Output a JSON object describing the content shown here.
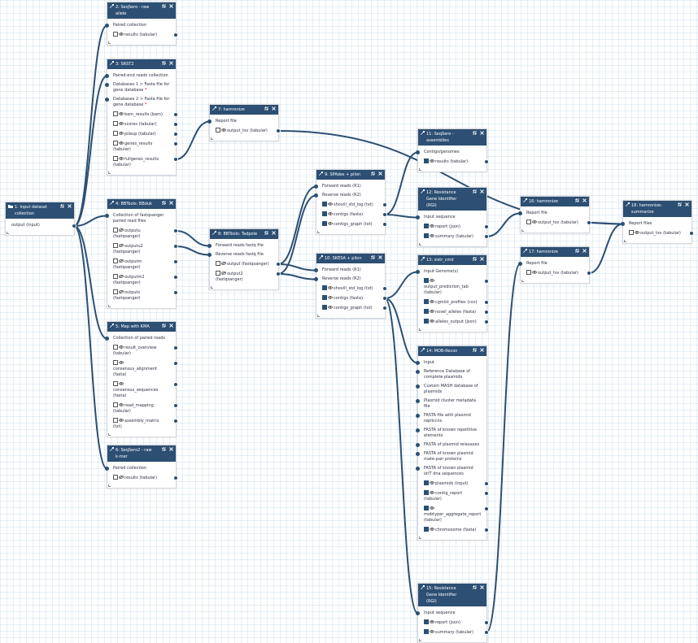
{
  "colors": {
    "header": "#2c4f73",
    "edge": "#2c4f73",
    "grid": "#e6eef5"
  },
  "icons": {
    "collection": "folder-icon",
    "tool": "wrench-icon",
    "copy": "copy-icon",
    "close": "close-icon",
    "visible": "eye-icon",
    "hidden": "eye-slash-icon"
  },
  "nodes": [
    {
      "id": "n1",
      "title": "1: Input dataset collection",
      "kind": "input",
      "inputs": [],
      "outputs": [
        {
          "label": "output (input)"
        }
      ]
    },
    {
      "id": "n2",
      "title": "2: SeqSero - raw allele",
      "inputs": [
        {
          "label": "Paired collection"
        }
      ],
      "outputs": [
        {
          "label": "results (tabular)"
        }
      ]
    },
    {
      "id": "n3",
      "title": "3: SRST2",
      "inputs": [
        {
          "label": "Paired-end reads collection"
        },
        {
          "label": "Databases 1 > Fasta file for gene database",
          "required": true
        },
        {
          "label": "Databases 2 > Fasta file for gene database",
          "required": true
        }
      ],
      "outputs": [
        {
          "label": "bam_results (bam)"
        },
        {
          "label": "scores (tabular)"
        },
        {
          "label": "pileup (tabular)"
        },
        {
          "label": "genes_results (tabular)"
        },
        {
          "label": "fullgenes_results (tabular)"
        }
      ]
    },
    {
      "id": "n4",
      "title": "4: BBTools: BBduk",
      "inputs": [
        {
          "label": "Collection of fastqsanger paired read files"
        }
      ],
      "outputs": [
        {
          "label": "outputu (fastqsanger)",
          "hidden": true
        },
        {
          "label": "outputu2 (fastqsanger)",
          "hidden": true
        },
        {
          "label": "outputm (fastqsanger)",
          "hidden": true
        },
        {
          "label": "outputm2 (fastqsanger)",
          "hidden": true
        },
        {
          "label": "outputs (fastqsanger)",
          "hidden": true
        }
      ]
    },
    {
      "id": "n5",
      "title": "5: Map with KMA",
      "inputs": [
        {
          "label": "Collection of paired reads"
        }
      ],
      "outputs": [
        {
          "label": "result_overview (tabular)"
        },
        {
          "label": "consensus_alignment (fasta)"
        },
        {
          "label": "consensus_sequences (fasta)"
        },
        {
          "label": "read_mapping (tabular)"
        },
        {
          "label": "assembly_matrix (txt)"
        }
      ]
    },
    {
      "id": "n6",
      "title": "6: SeqSero2 - raw k-mer",
      "inputs": [
        {
          "label": "Paired collection"
        }
      ],
      "outputs": [
        {
          "label": "results (tabular)",
          "hidden": true
        }
      ]
    },
    {
      "id": "n7",
      "title": "7: hamronize",
      "inputs": [
        {
          "label": "Report file"
        }
      ],
      "outputs": [
        {
          "label": "output_tsv (tabular)"
        }
      ]
    },
    {
      "id": "n8",
      "title": "8: BBTools: Tadpole",
      "inputs": [
        {
          "label": "Forward reads fastq file"
        },
        {
          "label": "Reverse reads fastq file"
        }
      ],
      "outputs": [
        {
          "label": "output (fastqsanger)",
          "hidden": true
        },
        {
          "label": "output2 (fastqsanger)",
          "hidden": true
        }
      ]
    },
    {
      "id": "n9",
      "title": "9: SPAdes + pilon",
      "inputs": [
        {
          "label": "Forward reads (R1)"
        },
        {
          "label": "Reverse reads (R2)"
        }
      ],
      "outputs": [
        {
          "label": "shovill_std_log (txt)",
          "checked": true
        },
        {
          "label": "contigs (fasta)",
          "checked": true
        },
        {
          "label": "contigs_graph (txt)",
          "checked": true
        }
      ]
    },
    {
      "id": "n10",
      "title": "10: SKESA + pilon",
      "inputs": [
        {
          "label": "Forward reads (R1)"
        },
        {
          "label": "Reverse reads (R2)"
        }
      ],
      "outputs": [
        {
          "label": "shovill_std_log (txt)",
          "checked": true
        },
        {
          "label": "contigs (fasta)",
          "checked": true
        },
        {
          "label": "contigs_graph (txt)",
          "checked": true
        }
      ]
    },
    {
      "id": "n11",
      "title": "11: SeqSero - assemblies",
      "inputs": [
        {
          "label": "Contigs/genomes"
        }
      ],
      "outputs": [
        {
          "label": "results (tabular)",
          "checked": true
        }
      ]
    },
    {
      "id": "n12",
      "title": "12: Resistance Gene Identifier (RGI)",
      "inputs": [
        {
          "label": "Input sequence"
        }
      ],
      "outputs": [
        {
          "label": "report (json)",
          "checked": true
        },
        {
          "label": "summary (tabular)",
          "checked": true
        }
      ]
    },
    {
      "id": "n13",
      "title": "13: sistr_cmd",
      "inputs": [
        {
          "label": "Input Genome(s)"
        }
      ],
      "outputs": [
        {
          "label": "output_prediction_tab (tabular)",
          "checked": true
        },
        {
          "label": "cgmlst_profiles (csv)",
          "checked": true
        },
        {
          "label": "novel_alleles (fasta)",
          "checked": true
        },
        {
          "label": "alleles_output (json)",
          "checked": true
        }
      ]
    },
    {
      "id": "n14",
      "title": "14: MOB-Recon",
      "inputs": [
        {
          "label": "Input"
        },
        {
          "label": "Reference Database of complete plasmids"
        },
        {
          "label": "Custom MASH database of plasmids"
        },
        {
          "label": "Plasmid cluster metadata file"
        },
        {
          "label": "FASTA file with plasmid repliccns"
        },
        {
          "label": "FASTA of known repetitive elements"
        },
        {
          "label": "FASTA of plasmid relaxases"
        },
        {
          "label": "FASTA of known plasmid mate-pair proteins"
        },
        {
          "label": "FASTA of known plasmid oriT dna sequences"
        }
      ],
      "outputs": [
        {
          "label": "plasmids (input)",
          "checked": true
        },
        {
          "label": "contig_report (tabular)",
          "checked": true
        },
        {
          "label": "mobtyper_aggregate_report (tabular)",
          "checked": true
        },
        {
          "label": "chromosome (fasta)",
          "checked": true
        }
      ]
    },
    {
      "id": "n15",
      "title": "15: Resistance Gene Identifier (RGI)",
      "inputs": [
        {
          "label": "Input sequence"
        }
      ],
      "outputs": [
        {
          "label": "report (json)",
          "checked": true
        },
        {
          "label": "summary (tabular)",
          "checked": true
        }
      ]
    },
    {
      "id": "n16",
      "title": "16: hamronize",
      "inputs": [
        {
          "label": "Report file"
        }
      ],
      "outputs": [
        {
          "label": "output_tsv (tabular)"
        }
      ]
    },
    {
      "id": "n17",
      "title": "17: hamronize",
      "inputs": [
        {
          "label": "Report file"
        }
      ],
      "outputs": [
        {
          "label": "output_tsv (tabular)"
        }
      ]
    },
    {
      "id": "n18",
      "title": "18: hamronize: summarize",
      "inputs": [
        {
          "label": "Report files"
        }
      ],
      "outputs": [
        {
          "label": "output_tsv (tabular)"
        }
      ]
    }
  ],
  "edges": [
    {
      "from": "n1",
      "out": 0,
      "to": "n2",
      "in": 0
    },
    {
      "from": "n1",
      "out": 0,
      "to": "n3",
      "in": 0
    },
    {
      "from": "n1",
      "out": 0,
      "to": "n4",
      "in": 0
    },
    {
      "from": "n1",
      "out": 0,
      "to": "n5",
      "in": 0
    },
    {
      "from": "n1",
      "out": 0,
      "to": "n6",
      "in": 0
    },
    {
      "from": "n3",
      "out": 4,
      "to": "n7",
      "in": 0
    },
    {
      "from": "n4",
      "out": 0,
      "to": "n8",
      "in": 0
    },
    {
      "from": "n4",
      "out": 1,
      "to": "n8",
      "in": 1
    },
    {
      "from": "n8",
      "out": 0,
      "to": "n9",
      "in": 0
    },
    {
      "from": "n8",
      "out": 1,
      "to": "n9",
      "in": 1
    },
    {
      "from": "n8",
      "out": 0,
      "to": "n10",
      "in": 0
    },
    {
      "from": "n8",
      "out": 1,
      "to": "n10",
      "in": 1
    },
    {
      "from": "n9",
      "out": 1,
      "to": "n11",
      "in": 0
    },
    {
      "from": "n9",
      "out": 1,
      "to": "n12",
      "in": 0
    },
    {
      "from": "n10",
      "out": 1,
      "to": "n13",
      "in": 0
    },
    {
      "from": "n10",
      "out": 1,
      "to": "n14",
      "in": 0
    },
    {
      "from": "n10",
      "out": 1,
      "to": "n15",
      "in": 0
    },
    {
      "from": "n12",
      "out": 1,
      "to": "n16",
      "in": 0
    },
    {
      "from": "n15",
      "out": 1,
      "to": "n17",
      "in": 0
    },
    {
      "from": "n7",
      "out": 0,
      "to": "n18",
      "in": 0
    },
    {
      "from": "n16",
      "out": 0,
      "to": "n18",
      "in": 0
    },
    {
      "from": "n17",
      "out": 0,
      "to": "n18",
      "in": 0
    }
  ]
}
